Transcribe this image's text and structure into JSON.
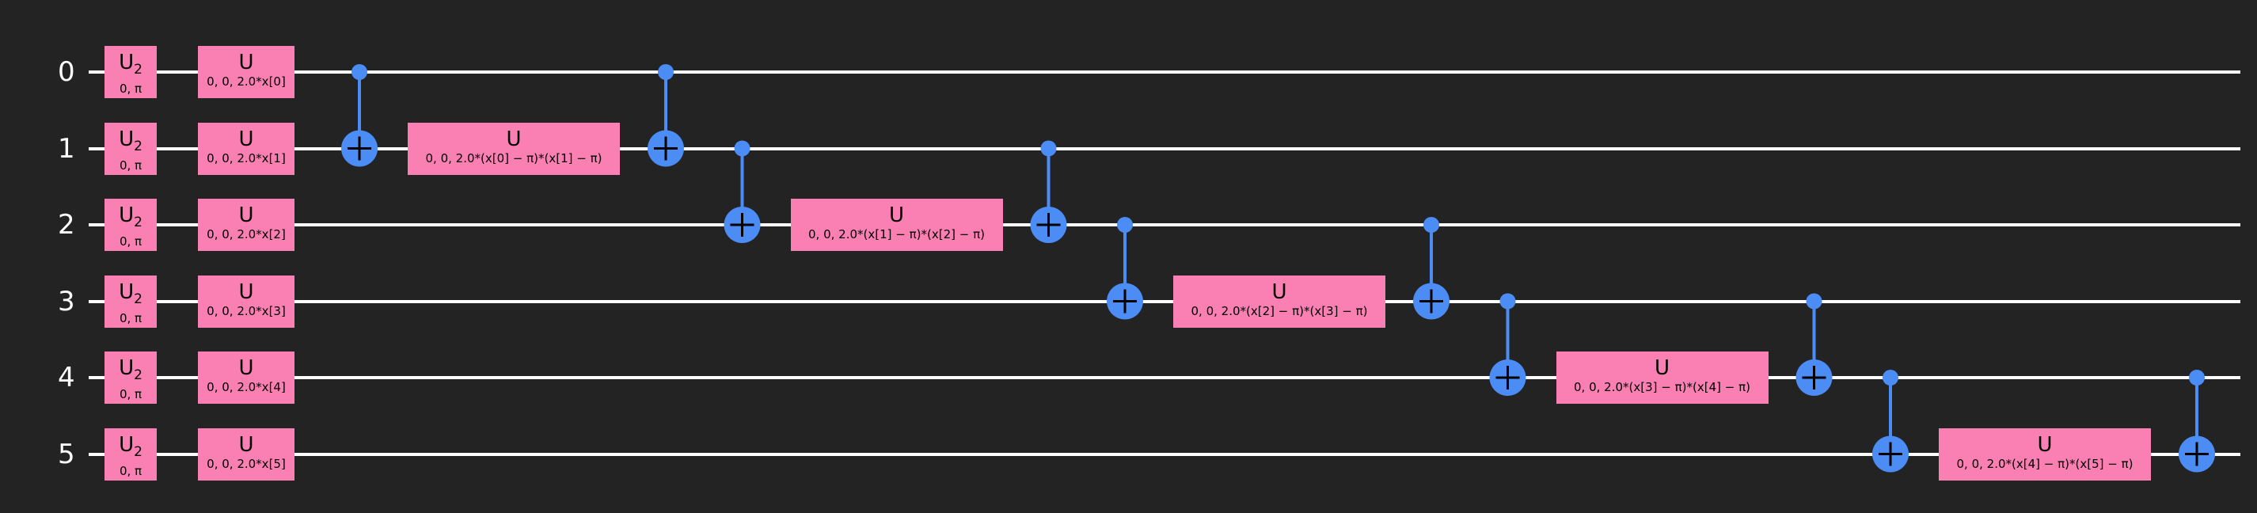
{
  "qubits": [
    "0",
    "1",
    "2",
    "3",
    "4",
    "5"
  ],
  "u2_gate": {
    "label": "U",
    "subscript": "2",
    "params": "0, π"
  },
  "u_label": "U",
  "rotations": [
    "0, 0, 2.0*x[0]",
    "0, 0, 2.0*x[1]",
    "0, 0, 2.0*x[2]",
    "0, 0, 2.0*x[3]",
    "0, 0, 2.0*x[4]",
    "0, 0, 2.0*x[5]"
  ],
  "entanglers": [
    {
      "control": 0,
      "target": 1,
      "params": "0, 0, 2.0*(x[0] − π)*(x[1] − π)"
    },
    {
      "control": 1,
      "target": 2,
      "params": "0, 0, 2.0*(x[1] − π)*(x[2] − π)"
    },
    {
      "control": 2,
      "target": 3,
      "params": "0, 0, 2.0*(x[2] − π)*(x[3] − π)"
    },
    {
      "control": 3,
      "target": 4,
      "params": "0, 0, 2.0*(x[3] − π)*(x[4] − π)"
    },
    {
      "control": 4,
      "target": 5,
      "params": "0, 0, 2.0*(x[4] − π)*(x[5] − π)"
    }
  ],
  "colors": {
    "background": "#232323",
    "wire": "#ffffff",
    "gate": "#fa80b4",
    "cnot": "#4c8cf5"
  }
}
